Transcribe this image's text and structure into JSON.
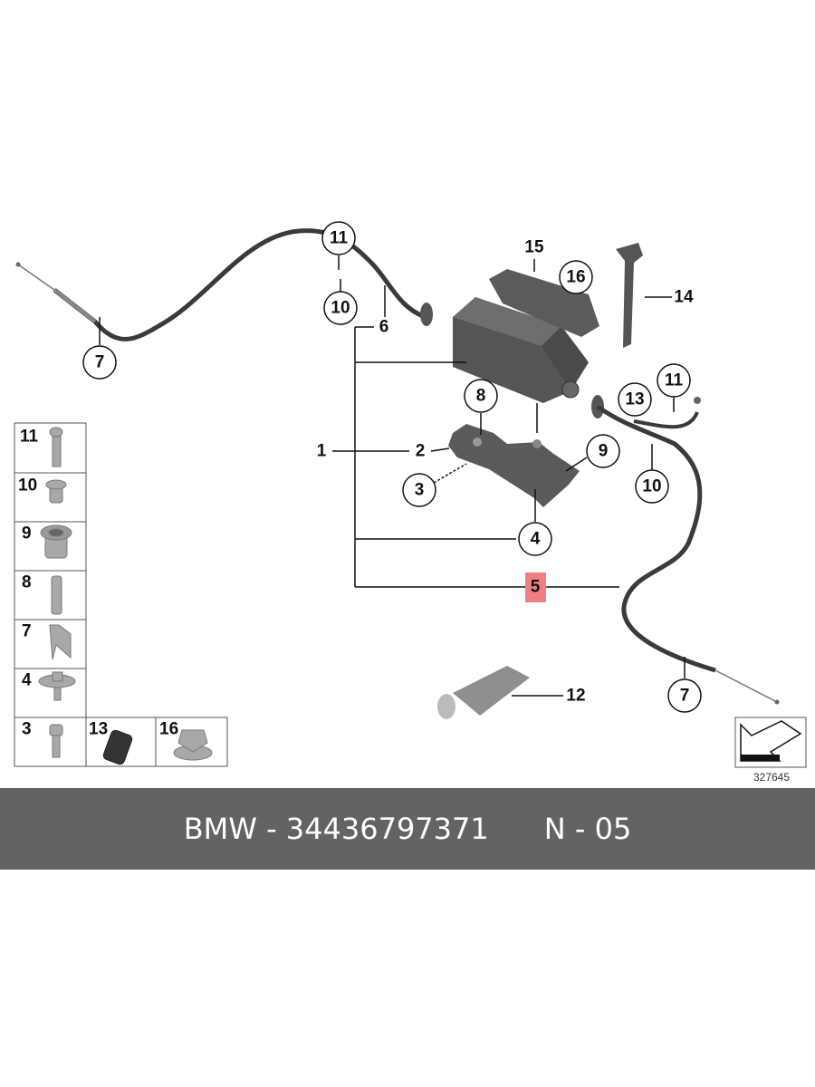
{
  "diagram": {
    "callouts": {
      "c11a": "11",
      "c10a": "10",
      "c7a": "7",
      "c6": "6",
      "c15": "15",
      "c16": "16",
      "c14": "14",
      "c8": "8",
      "c1": "1",
      "c2": "2",
      "c3": "3",
      "c9": "9",
      "c4": "4",
      "c13": "13",
      "c11b": "11",
      "c10b": "10",
      "c5": "5",
      "c7b": "7",
      "c12": "12"
    },
    "highlight_color": "#f08080",
    "reference_number": "327645"
  },
  "legend": [
    "11",
    "10",
    "9",
    "8",
    "7",
    "4",
    "3",
    "13",
    "16"
  ],
  "banner": {
    "part_text": "BMW - 34436797371",
    "code_text": "N - 05",
    "background": "#636363"
  }
}
